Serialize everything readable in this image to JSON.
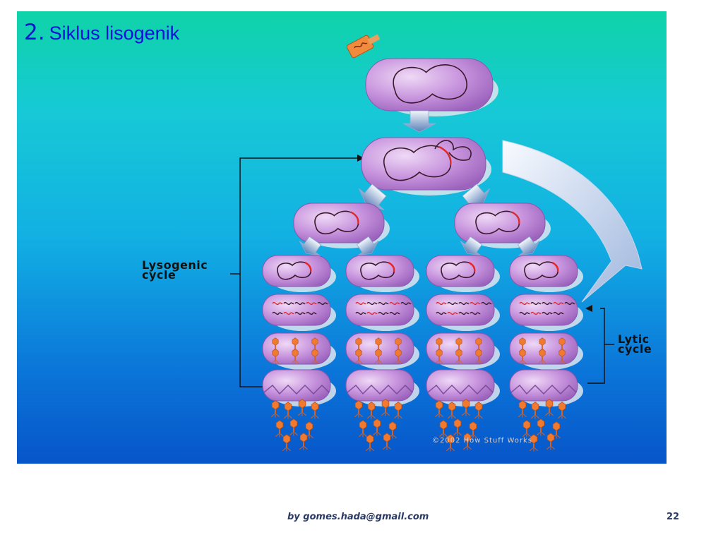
{
  "slide": {
    "title_number": "2.",
    "title_text": "Siklus lisogenik",
    "lysogenic_label": [
      "Lysogenic",
      "cycle"
    ],
    "lytic_label": [
      "Lytic",
      "cycle"
    ],
    "copyright": "©2002 How Stuff Works",
    "footer_credit": "by gomes.hada@gmail.com",
    "page_number": "22"
  },
  "colors": {
    "cell_fill": "#c793dd",
    "dna": "#3a1a2a",
    "prophage": "#e02a2a",
    "phage": "#f07a30",
    "title": "#1010d6"
  }
}
